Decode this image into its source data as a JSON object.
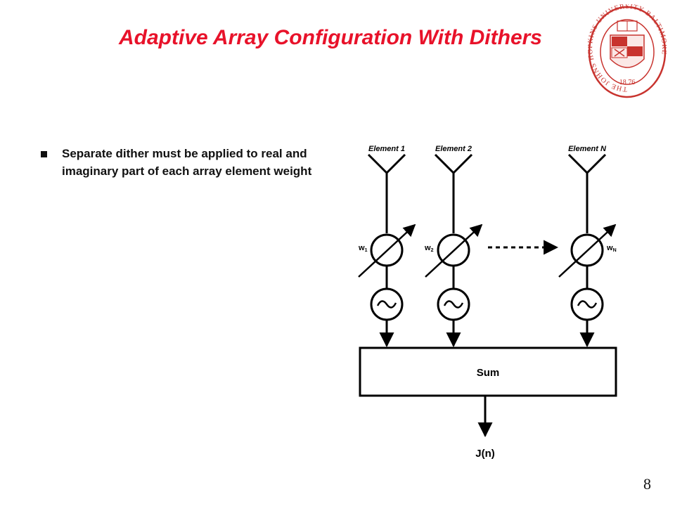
{
  "slide": {
    "title": "Adaptive Array Configuration With Dithers",
    "page_number": "8",
    "bullets": [
      "Separate dither must be applied to real and imaginary part of each array element weight"
    ]
  },
  "seal": {
    "ring_text": "THE JOHNS HOPKINS UNIVERSITY BALTIMORE",
    "year": "18 76",
    "color": "#c8332e"
  },
  "diagram": {
    "elements": [
      {
        "label": "Element 1",
        "weight_main": "w",
        "weight_sub": "1"
      },
      {
        "label": "Element 2",
        "weight_main": "w",
        "weight_sub": "2"
      },
      {
        "label": "Element N",
        "weight_main": "w",
        "weight_sub": "N"
      }
    ],
    "sum_label": "Sum",
    "output_label": "J(n)",
    "dither_icon": "sine-wave-icon",
    "weight_icon": "variable-weight-icon"
  }
}
